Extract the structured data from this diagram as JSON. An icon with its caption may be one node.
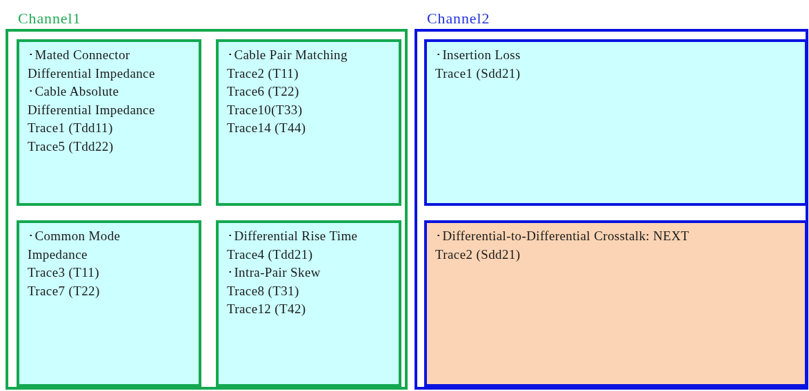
{
  "diagram": {
    "nodes": [
      {
        "text": [
          "Channel1"
        ]
      },
      {
        "text": [
          "･Mated Connector Differential Impedance",
          "･Cable Absolute Differential Impedance",
          "Trace1 (Tdd11)",
          "Trace5 (Tdd22)"
        ],
        "in": 0
      },
      {
        "text": [
          "･Cable Pair Matching",
          "Trace2 (T11)",
          "Trace6 (T22)",
          "Trace10(T33)",
          "Trace14 (T44)"
        ],
        "in": 0
      },
      {
        "text": [
          "･Common Mode Impedance",
          "Trace3 (T11)",
          "Trace7 (T22)"
        ],
        "in": 0
      },
      {
        "text": [
          "･Differential Rise Time",
          "Trace4 (Tdd21)",
          "･Intra-Pair Skew",
          "Trace8 (T31)",
          "Trace12 (T42)"
        ],
        "in": 0
      },
      {
        "text": [
          "Channel2"
        ]
      },
      {
        "text": [
          "･Insertion Loss",
          "Trace1 (Sdd21)"
        ],
        "in": 5
      },
      {
        "text": [
          "･Differential-to-Differential Crosstalk: NEXT",
          "Trace2 (Sdd21)"
        ],
        "in": 5
      }
    ]
  }
}
